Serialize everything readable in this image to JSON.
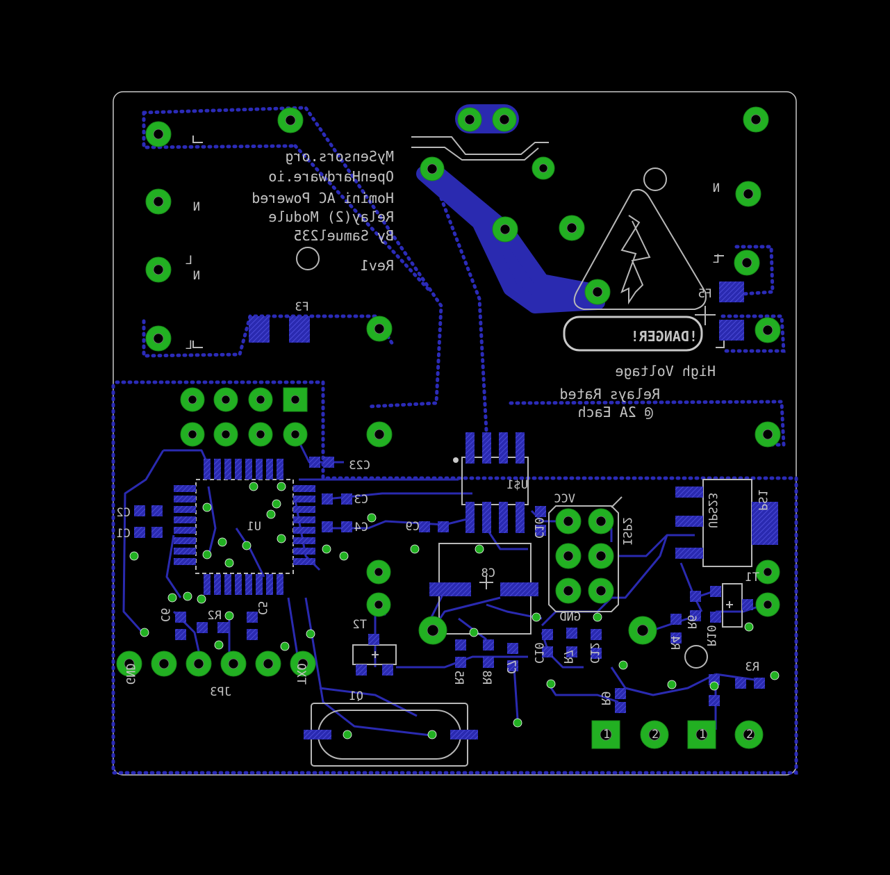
{
  "board": {
    "colors": {
      "background": "#000000",
      "outline": "#c8c8c8",
      "copper_bottom": "#2a2ab0",
      "pad_green": "#22b022",
      "silk": "#b8b8b8",
      "dotted_pour": "#2b2bb8"
    }
  },
  "title_block": {
    "line1": "MySensors.org",
    "line2": "OpenHardware.io",
    "line3": "Homini AC Powered",
    "line4": "Relay(2) Module",
    "line5": "By Samuel235",
    "line6": "Rev1"
  },
  "warning": {
    "danger": "!DANGER!",
    "high_voltage": "High Voltage",
    "relays_rated": "Relays Rated",
    "rating": "@ 2A Each"
  },
  "labels": {
    "f3": "F3",
    "f5": "F5",
    "u1": "U1",
    "u$1": "U$1",
    "c23": "C23",
    "c3": "C3",
    "c4": "C4",
    "c2": "C2",
    "c1": "C1",
    "c9": "C9",
    "c8": "C8",
    "c10": "C10",
    "vcc": "VCC",
    "gnd": "GND",
    "isp2": "ISP2",
    "t2": "T2",
    "t1": "T1",
    "r2": "R2",
    "c5": "C5",
    "c6": "C6",
    "jp3": "JP3",
    "gnd_pin": "GND",
    "txo": "TXO",
    "q1": "Q1",
    "r5": "R5",
    "r8": "R8",
    "c7": "C7",
    "r7": "R7",
    "c12": "C12",
    "r9": "R9",
    "r6": "R6",
    "r4": "R4",
    "r10": "R10",
    "r3": "R3",
    "ups23": "UPS23",
    "ps1": "PS1",
    "l1": "L",
    "l2": "L",
    "l3": "L",
    "n1": "N",
    "n2": "N",
    "n3": "N"
  },
  "pin_numbers": {
    "one": "1",
    "two": "2"
  }
}
